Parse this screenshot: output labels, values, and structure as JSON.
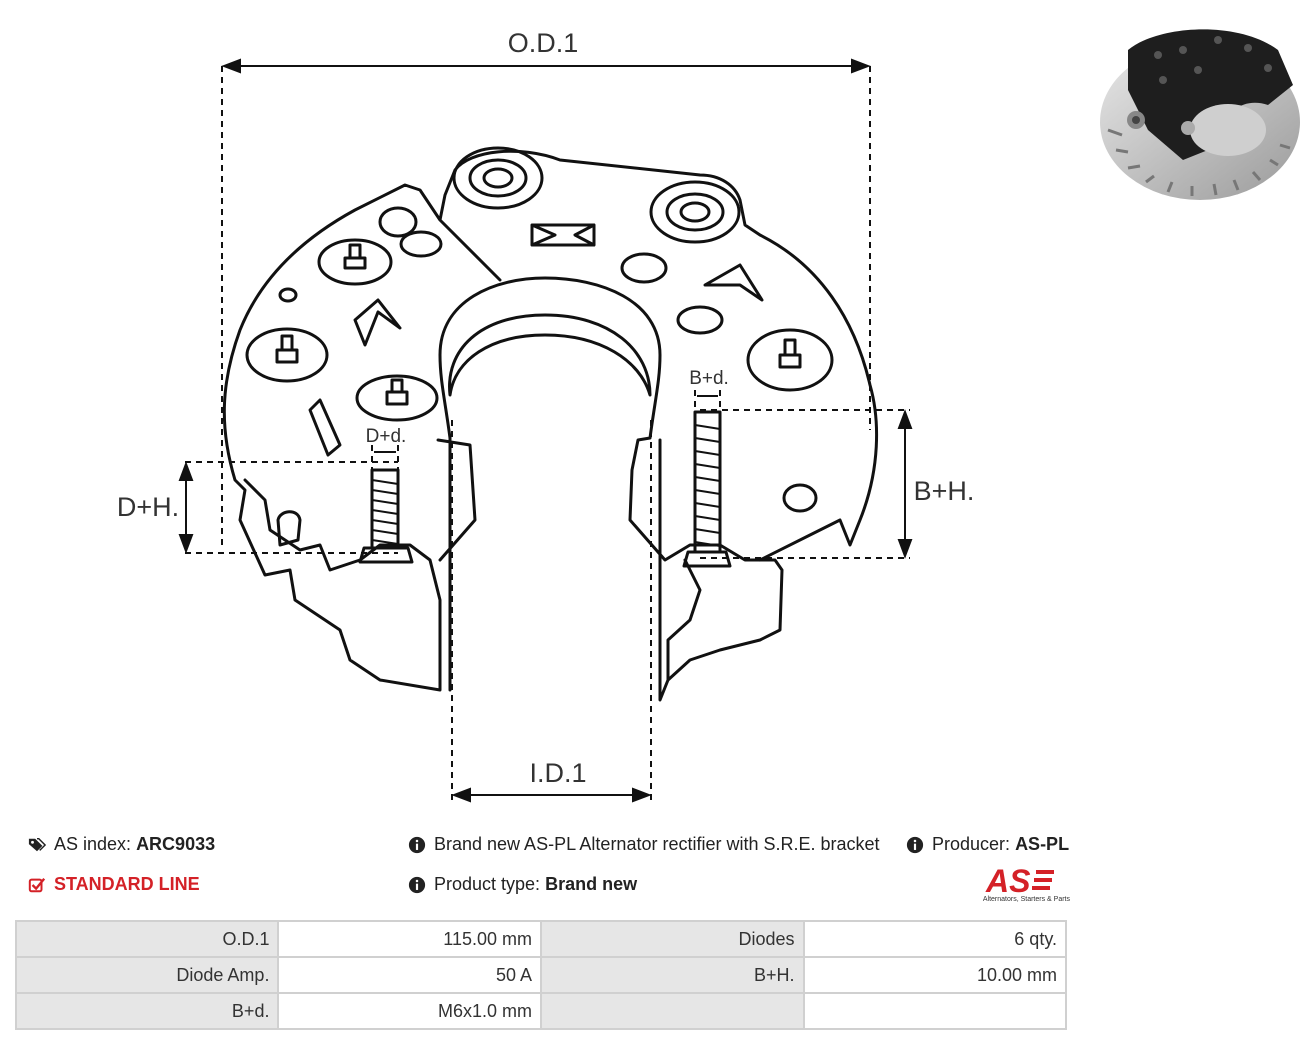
{
  "drawing": {
    "od_label": "O.D.1",
    "id_label": "I.D.1",
    "dh_label": "D+H.",
    "bh_label": "B+H.",
    "dd_label": "D+d.",
    "bd_label": "B+d."
  },
  "info": {
    "index_label": "AS index:",
    "index_value": "ARC9033",
    "line": "STANDARD LINE",
    "description": "Brand new AS-PL Alternator rectifier with S.R.E. bracket",
    "producer_label": "Producer:",
    "producer_value": "AS-PL",
    "type_label": "Product type:",
    "type_value": "Brand new"
  },
  "logo": {
    "text": "AS",
    "tagline": "Alternators, Starters & Parts"
  },
  "specs": [
    {
      "label1": "O.D.1",
      "value1": "115.00 mm",
      "label2": "Diodes",
      "value2": "6 qty."
    },
    {
      "label1": "Diode Amp.",
      "value1": "50 A",
      "label2": "B+H.",
      "value2": "10.00 mm"
    },
    {
      "label1": "B+d.",
      "value1": "M6x1.0 mm",
      "label2": "",
      "value2": ""
    }
  ],
  "colors": {
    "accent": "#d42127",
    "table_label_bg": "#e6e6e6",
    "table_border": "#d0d0d0"
  }
}
